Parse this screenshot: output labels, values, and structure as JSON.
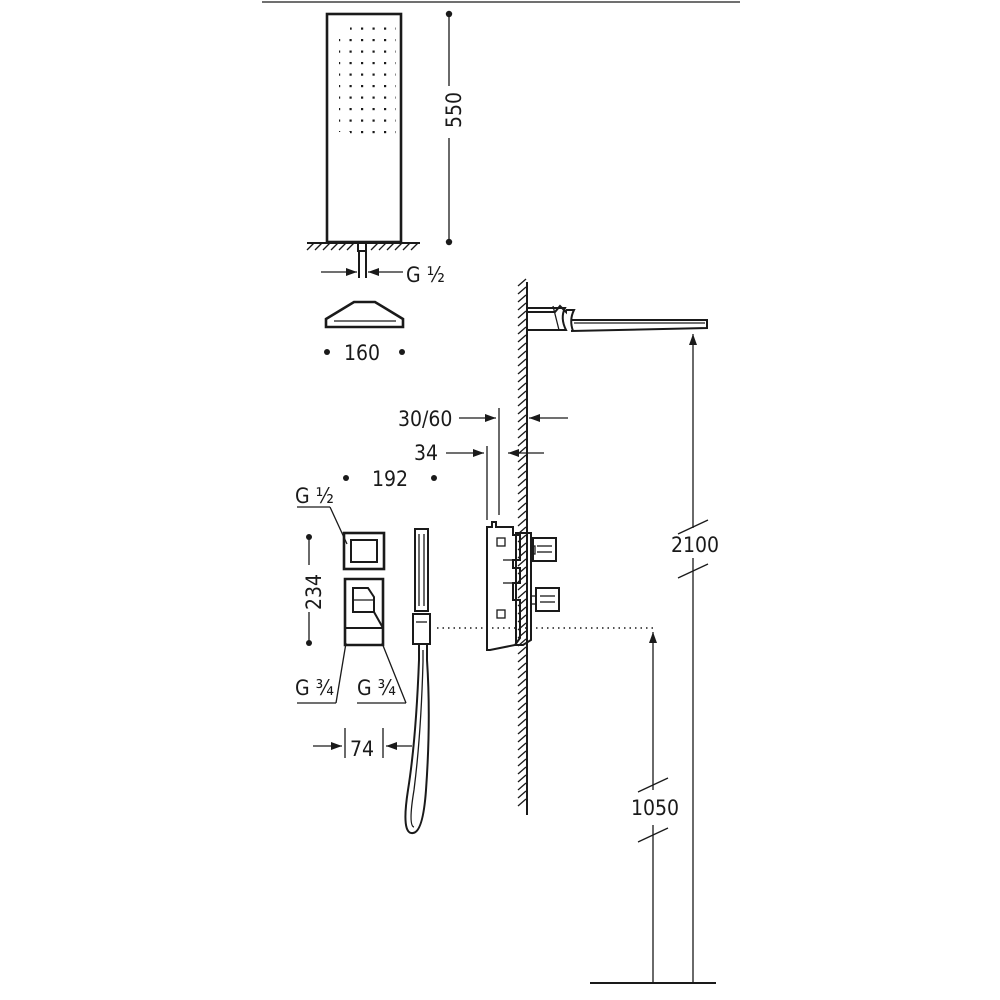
{
  "dimensions": {
    "shower_head_height": "550",
    "inlet_thread_top": "G ½",
    "shower_head_width": "160",
    "wall_depth": "30/60",
    "plate_depth": "34",
    "valve_width": "192",
    "valve_inlet_thread": "G ½",
    "valve_height": "234",
    "outlet_thread_left": "G ¾",
    "outlet_thread_right": "G ¾",
    "outlet_spacing": "74",
    "overhead_height": "2100",
    "valve_height_from_floor": "1050"
  },
  "colors": {
    "line": "#1a1a1a",
    "background": "#ffffff"
  }
}
